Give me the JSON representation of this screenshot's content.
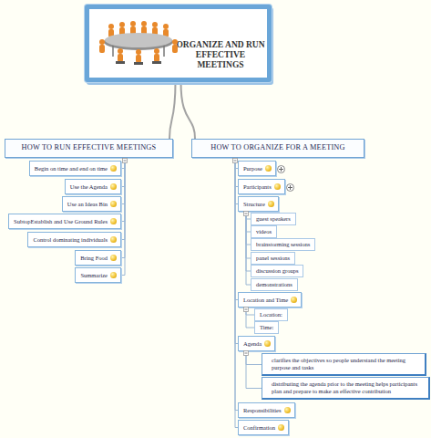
{
  "diagram": {
    "nodes": [
      {
        "text": [
          "ORGANIZE AND RUN EFFECTIVE MEETINGS"
        ]
      },
      {
        "text": [
          "HOW TO RUN EFFECTIVE MEETINGS"
        ]
      },
      {
        "text": [
          "Begin on time and end on time"
        ]
      },
      {
        "text": [
          "Use the Agenda"
        ]
      },
      {
        "text": [
          "Use an Ideas Bin"
        ]
      },
      {
        "text": [
          "SubtopEstablish and Use Ground Rules"
        ]
      },
      {
        "text": [
          "Control dominating individuals"
        ]
      },
      {
        "text": [
          "Bring Food"
        ]
      },
      {
        "text": [
          "Summarize"
        ]
      },
      {
        "text": [
          "HOW TO ORGANIZE FOR A MEETING"
        ]
      },
      {
        "text": [
          "Purpose"
        ]
      },
      {
        "text": [
          "Participants"
        ]
      },
      {
        "text": [
          "Structure"
        ]
      },
      {
        "text": [
          "guest speakers"
        ]
      },
      {
        "text": [
          "videos"
        ]
      },
      {
        "text": [
          "brainstorming sessions"
        ]
      },
      {
        "text": [
          "panel sessions"
        ]
      },
      {
        "text": [
          "discussion groups"
        ]
      },
      {
        "text": [
          "demonstrations"
        ]
      },
      {
        "text": [
          "Location and Time"
        ]
      },
      {
        "text": [
          "Location:"
        ]
      },
      {
        "text": [
          "Time:"
        ]
      },
      {
        "text": [
          "Agenda"
        ]
      },
      {
        "text": [
          "clarifies the objectives so people understand the meeting purpose and tasks"
        ]
      },
      {
        "text": [
          "distributing the agenda prior to the meeting helps participants plan and prepare to make an effective contribution"
        ]
      },
      {
        "text": [
          "Responsibilities"
        ]
      },
      {
        "text": [
          "Confirmation"
        ]
      }
    ],
    "edges": [
      {
        "from": 0,
        "to": 1,
        "arrow": "none"
      },
      {
        "from": 0,
        "to": 9,
        "arrow": "none"
      },
      {
        "from": 1,
        "to": 2,
        "arrow": "none"
      },
      {
        "from": 1,
        "to": 3,
        "arrow": "none"
      },
      {
        "from": 1,
        "to": 4,
        "arrow": "none"
      },
      {
        "from": 1,
        "to": 5,
        "arrow": "none"
      },
      {
        "from": 1,
        "to": 6,
        "arrow": "none"
      },
      {
        "from": 1,
        "to": 7,
        "arrow": "none"
      },
      {
        "from": 1,
        "to": 8,
        "arrow": "none"
      },
      {
        "from": 9,
        "to": 10,
        "arrow": "none"
      },
      {
        "from": 9,
        "to": 11,
        "arrow": "none"
      },
      {
        "from": 9,
        "to": 12,
        "arrow": "none"
      },
      {
        "from": 12,
        "to": 13,
        "arrow": "none"
      },
      {
        "from": 12,
        "to": 14,
        "arrow": "none"
      },
      {
        "from": 12,
        "to": 15,
        "arrow": "none"
      },
      {
        "from": 12,
        "to": 16,
        "arrow": "none"
      },
      {
        "from": 12,
        "to": 17,
        "arrow": "none"
      },
      {
        "from": 12,
        "to": 18,
        "arrow": "none"
      },
      {
        "from": 9,
        "to": 19,
        "arrow": "none"
      },
      {
        "from": 19,
        "to": 20,
        "arrow": "none"
      },
      {
        "from": 19,
        "to": 21,
        "arrow": "none"
      },
      {
        "from": 9,
        "to": 22,
        "arrow": "none"
      },
      {
        "from": 22,
        "to": 23,
        "arrow": "none"
      },
      {
        "from": 22,
        "to": 24,
        "arrow": "none"
      },
      {
        "from": 9,
        "to": 25,
        "arrow": "none"
      },
      {
        "from": 9,
        "to": 26,
        "arrow": "none"
      }
    ]
  }
}
